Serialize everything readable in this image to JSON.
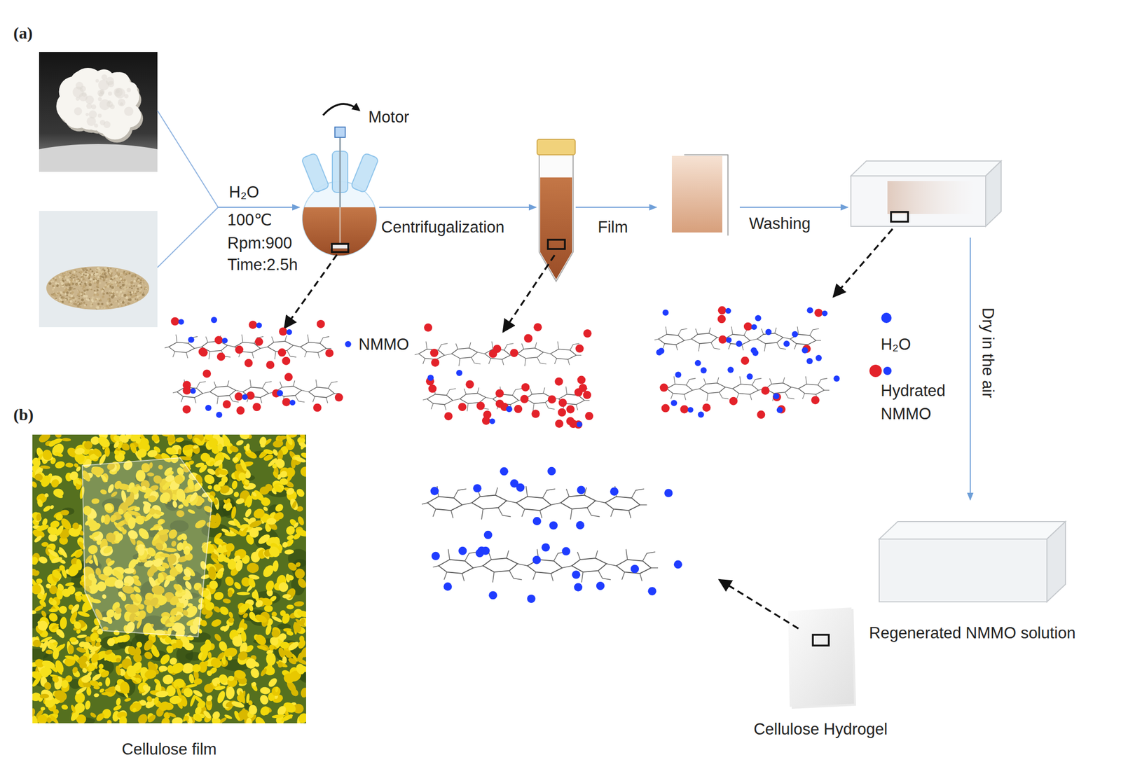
{
  "diagram": {
    "nodes": [
      {
        "text": [
          "Cellulose film"
        ]
      },
      {
        "text": [
          "Regenerated NMMO solution"
        ]
      },
      {
        "text": [
          "Cellulose Hydrogel"
        ]
      }
    ],
    "labels": [
      "(a)",
      "(b)",
      "Motor",
      "H₂O",
      "100℃",
      "Rpm:900",
      "Time:2.5h",
      "Centrifugalization",
      "Film",
      "Washing",
      "NMMO",
      "Dry in the air"
    ],
    "legend": [
      {
        "text": "H₂O",
        "color": "#1f3cff"
      },
      {
        "text": "Hydrated NMMO"
      }
    ]
  }
}
